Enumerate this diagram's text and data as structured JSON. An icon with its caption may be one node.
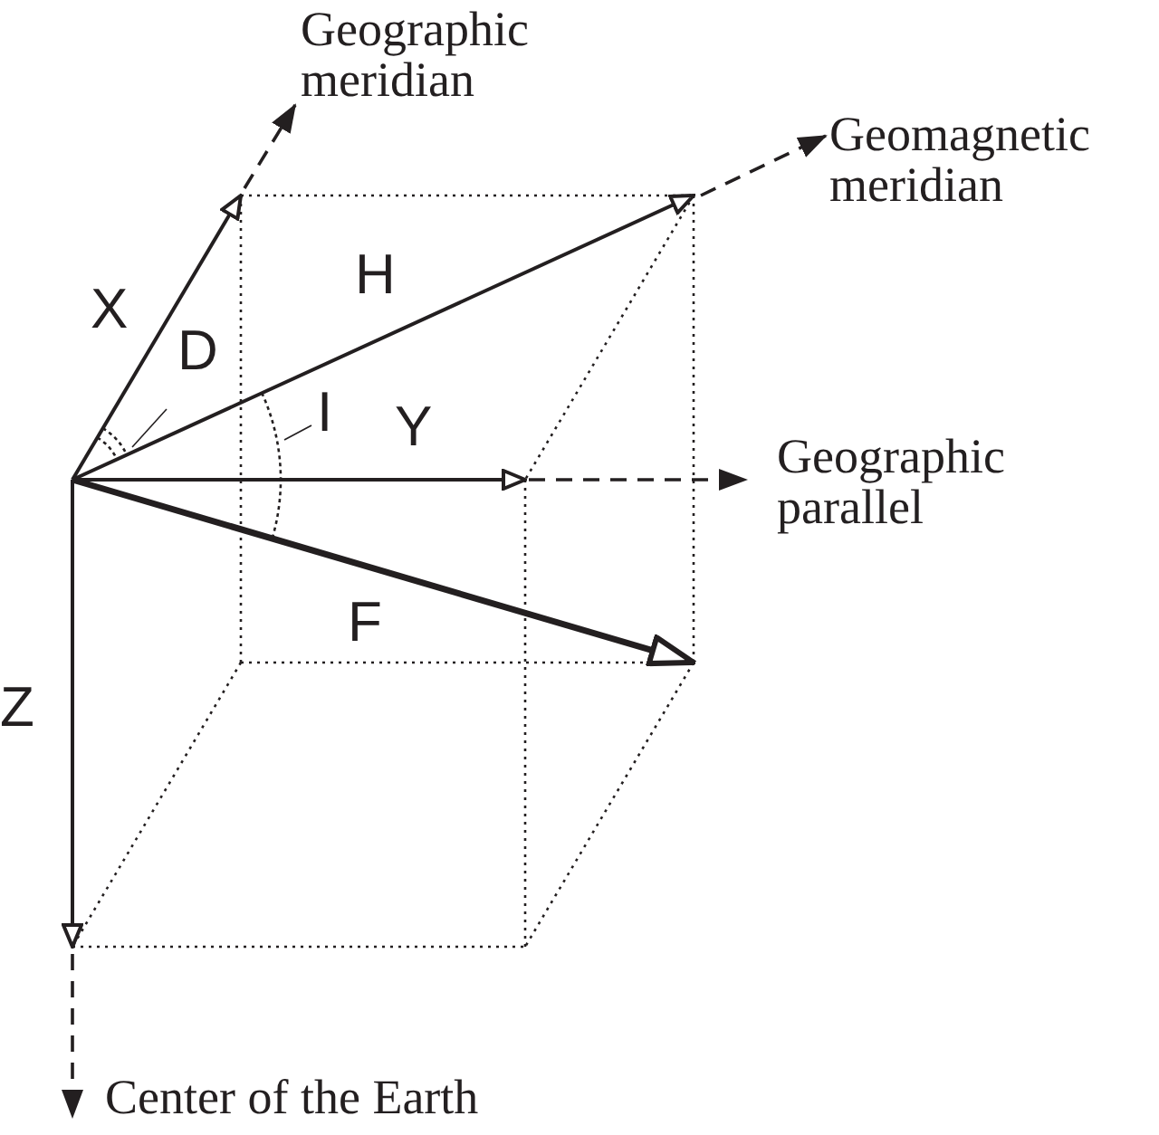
{
  "diagram": {
    "labels": [
      "Geographic meridian",
      "Geomagnetic meridian",
      "X",
      "H",
      "D",
      "I",
      "Y",
      "Geographic parallel",
      "F",
      "Z",
      "Center of the Earth"
    ]
  }
}
